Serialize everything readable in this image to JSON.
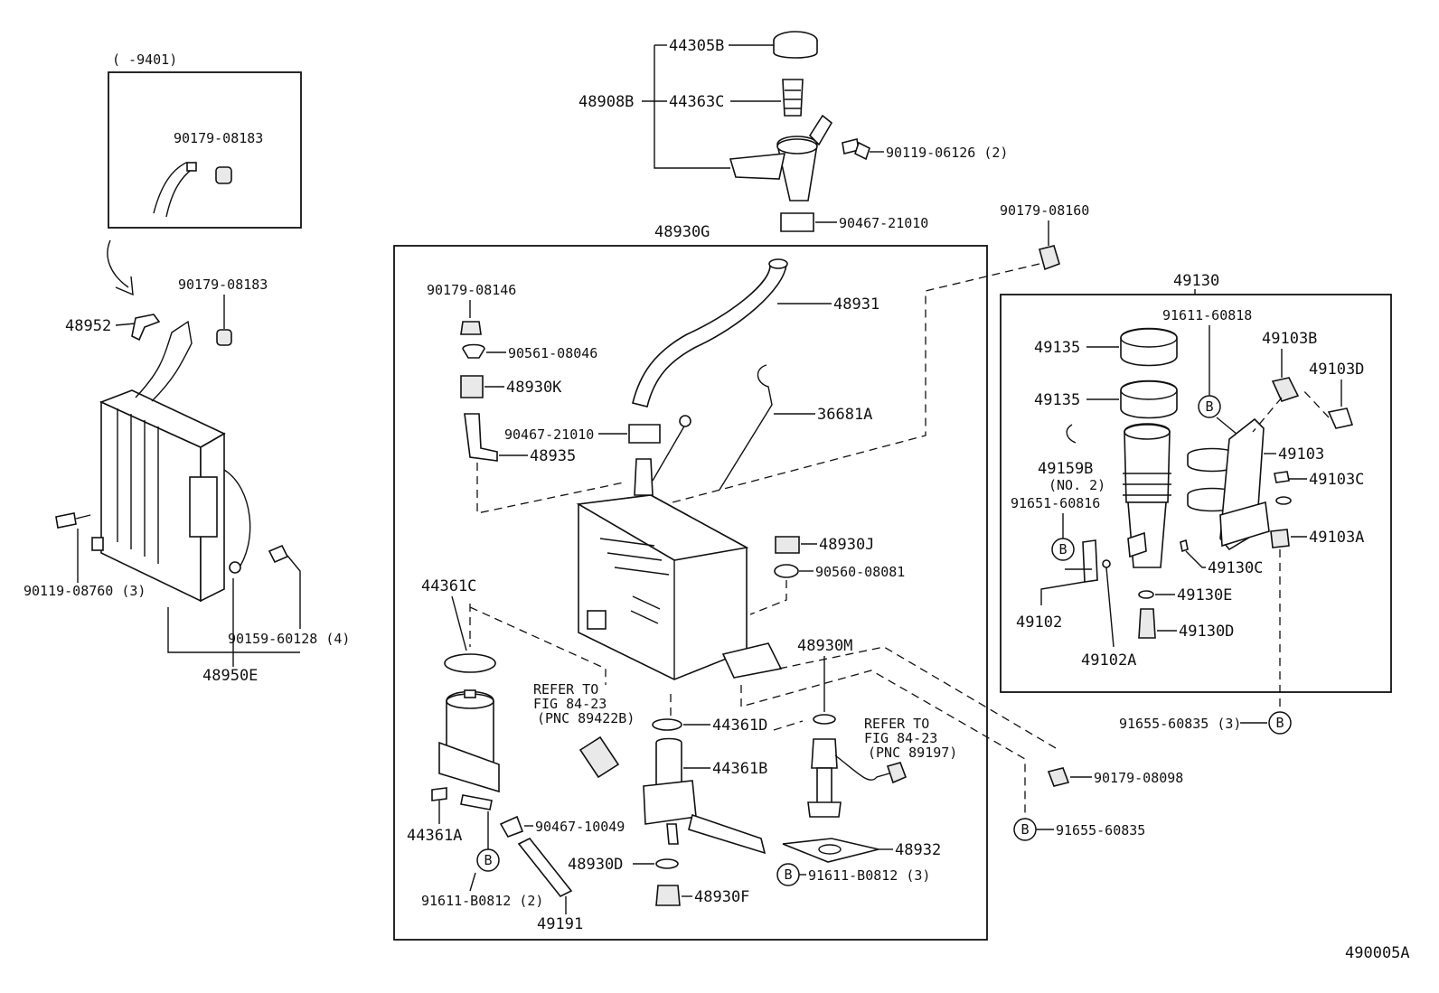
{
  "diagram": {
    "figure_id": "490005A",
    "inset_label": "(     -9401)",
    "group_labels": {
      "reservoir_assembly": "48930G",
      "pump_assembly": "49130",
      "filler_assembly": "48908B",
      "mount_bracket": "48950E"
    },
    "parts": {
      "p44305B": "44305B",
      "p44363C": "44363C",
      "p90119_06126": "90119-06126 (2)",
      "p90467_21010_top": "90467-21010",
      "p90179_08160": "90179-08160",
      "p90179_08183_inset": "90179-08183",
      "p90179_08183": "90179-08183",
      "p48952": "48952",
      "p90119_08760": "90119-08760 (3)",
      "p90159_60128": "90159-60128 (4)",
      "p90179_08146": "90179-08146",
      "p90561_08046": "90561-08046",
      "p48930K": "48930K",
      "p90467_21010": "90467-21010",
      "p48935": "48935",
      "p48931": "48931",
      "p36681A": "36681A",
      "p48930J": "48930J",
      "p90560_08081": "90560-08081",
      "p48930M": "48930M",
      "p44361C": "44361C",
      "p44361D": "44361D",
      "p44361B": "44361B",
      "p44361A": "44361A",
      "p90467_10049": "90467-10049",
      "p48930D": "48930D",
      "p48930F": "48930F",
      "p48932": "48932",
      "p91611_B0812_3": "91611-B0812 (3)",
      "p91611_B0812_2": "91611-B0812 (2)",
      "p49191": "49191",
      "p49135_a": "49135",
      "p49135_b": "49135",
      "p91611_60818": "91611-60818",
      "p49103B": "49103B",
      "p49103D": "49103D",
      "p49103": "49103",
      "p49103C": "49103C",
      "p49103A": "49103A",
      "p49159B": "49159B",
      "p49159B_qty": "(NO. 2)",
      "p91651_60816": "91651-60816",
      "p49130C": "49130C",
      "p49130E": "49130E",
      "p49130D": "49130D",
      "p49102": "49102",
      "p49102A": "49102A",
      "p91655_60835_3": "91655-60835 (3)",
      "p90179_08098": "90179-08098",
      "p91655_60835": "91655-60835"
    },
    "references": {
      "ref1_l1": "REFER TO",
      "ref1_l2": "FIG 84-23",
      "ref1_l3": "(PNC 89422B)",
      "ref2_l1": "REFER TO",
      "ref2_l2": "FIG 84-23",
      "ref2_l3": "(PNC 89197)"
    },
    "callout_letter": "B"
  }
}
